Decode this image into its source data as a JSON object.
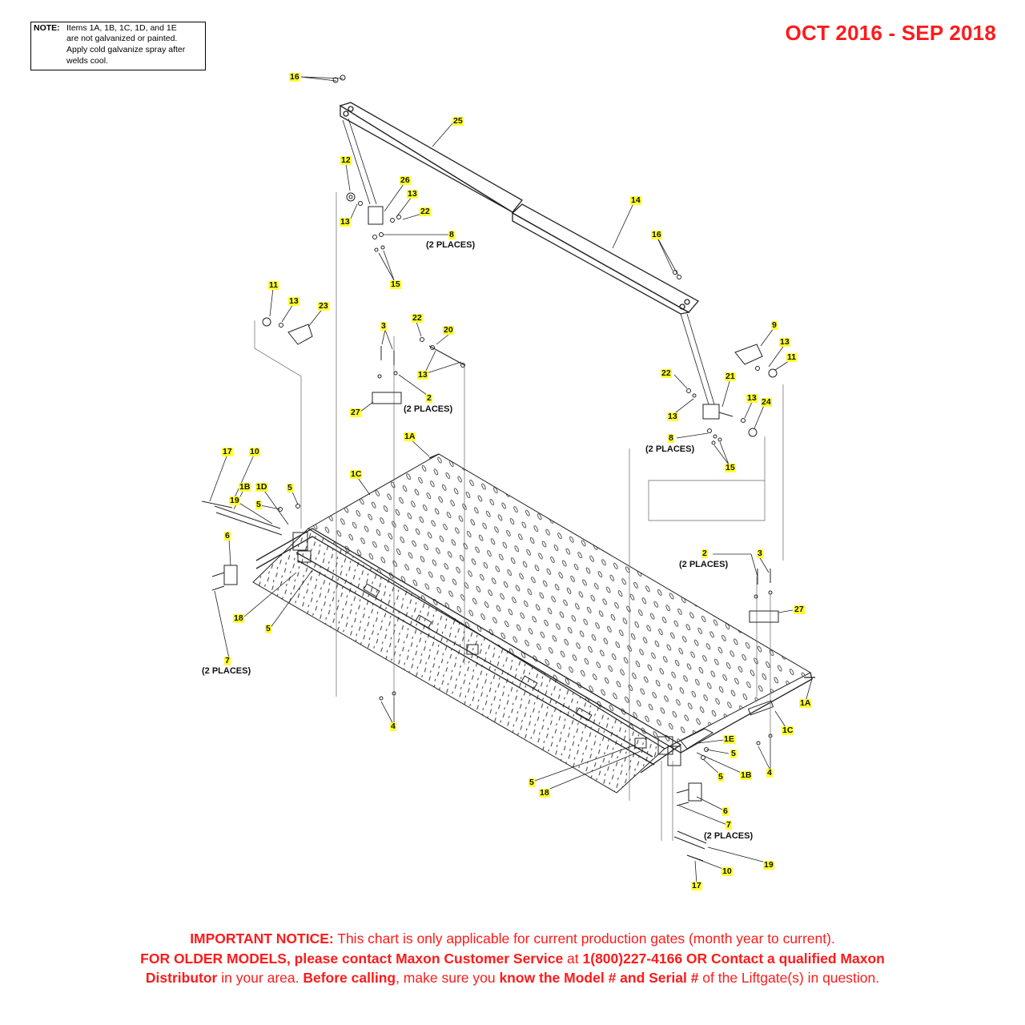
{
  "note": {
    "label": "NOTE:",
    "lines": [
      "Items 1A, 1B, 1C, 1D, and 1E",
      "are not galvanized or painted.",
      "Apply cold galvanize spray after",
      "welds cool."
    ]
  },
  "date_range": "OCT 2016 - SEP 2018",
  "callouts": {
    "c16a": "16",
    "c25": "25",
    "c12": "12",
    "c26": "26",
    "c13a": "13",
    "c22a": "22",
    "c13b": "13",
    "c8a": "8",
    "c15a": "15",
    "c14": "14",
    "c16b": "16",
    "c11a": "11",
    "c13c": "13",
    "c23": "23",
    "c3a": "3",
    "c22b": "22",
    "c20": "20",
    "c13d": "13",
    "c2a": "2",
    "c27a": "27",
    "c9": "9",
    "c13e": "13",
    "c11b": "11",
    "c22c": "22",
    "c21": "21",
    "c13f": "13",
    "c24": "24",
    "c13g": "13",
    "c8b": "8",
    "c15b": "15",
    "c1Aa": "1A",
    "c1Ca": "1C",
    "c17a": "17",
    "c10a": "10",
    "c1Ba": "1B",
    "c1Da": "1D",
    "c5a": "5",
    "c19a": "19",
    "c5b": "5",
    "c6a": "6",
    "c18a": "18",
    "c5c": "5",
    "c7a": "7",
    "c4a": "4",
    "c2b": "2",
    "c3b": "3",
    "c27b": "27",
    "c1Ab": "1A",
    "c1Cb": "1C",
    "c1E": "1E",
    "c5d": "5",
    "c5e": "5",
    "c1Bb": "1B",
    "c4b": "4",
    "c5f": "5",
    "c18b": "18",
    "c6b": "6",
    "c7b": "7",
    "c19b": "19",
    "c10b": "10",
    "c17b": "17"
  },
  "places_label": "(2 PLACES)",
  "notice": {
    "line1_bold": "IMPORTANT NOTICE:",
    "line1_rest": " This chart is only applicable for current production gates (month year to current).",
    "line2_bold": "FOR OLDER MODELS, please contact Maxon Customer Service",
    "line2_mid": " at ",
    "line2_bold2": "1(800)227-4166 OR Contact a qualified Maxon",
    "line3_bold": "Distributor",
    "line3_mid": " in your area. ",
    "line3_bold2": "Before calling",
    "line3_mid2": ", make sure you ",
    "line3_bold3": "know the Model # and Serial #",
    "line3_end": " of the Liftgate(s) in question."
  },
  "colors": {
    "callout_bg": "#ffff33",
    "alert_red": "#ff1a1a",
    "line": "#222222"
  }
}
